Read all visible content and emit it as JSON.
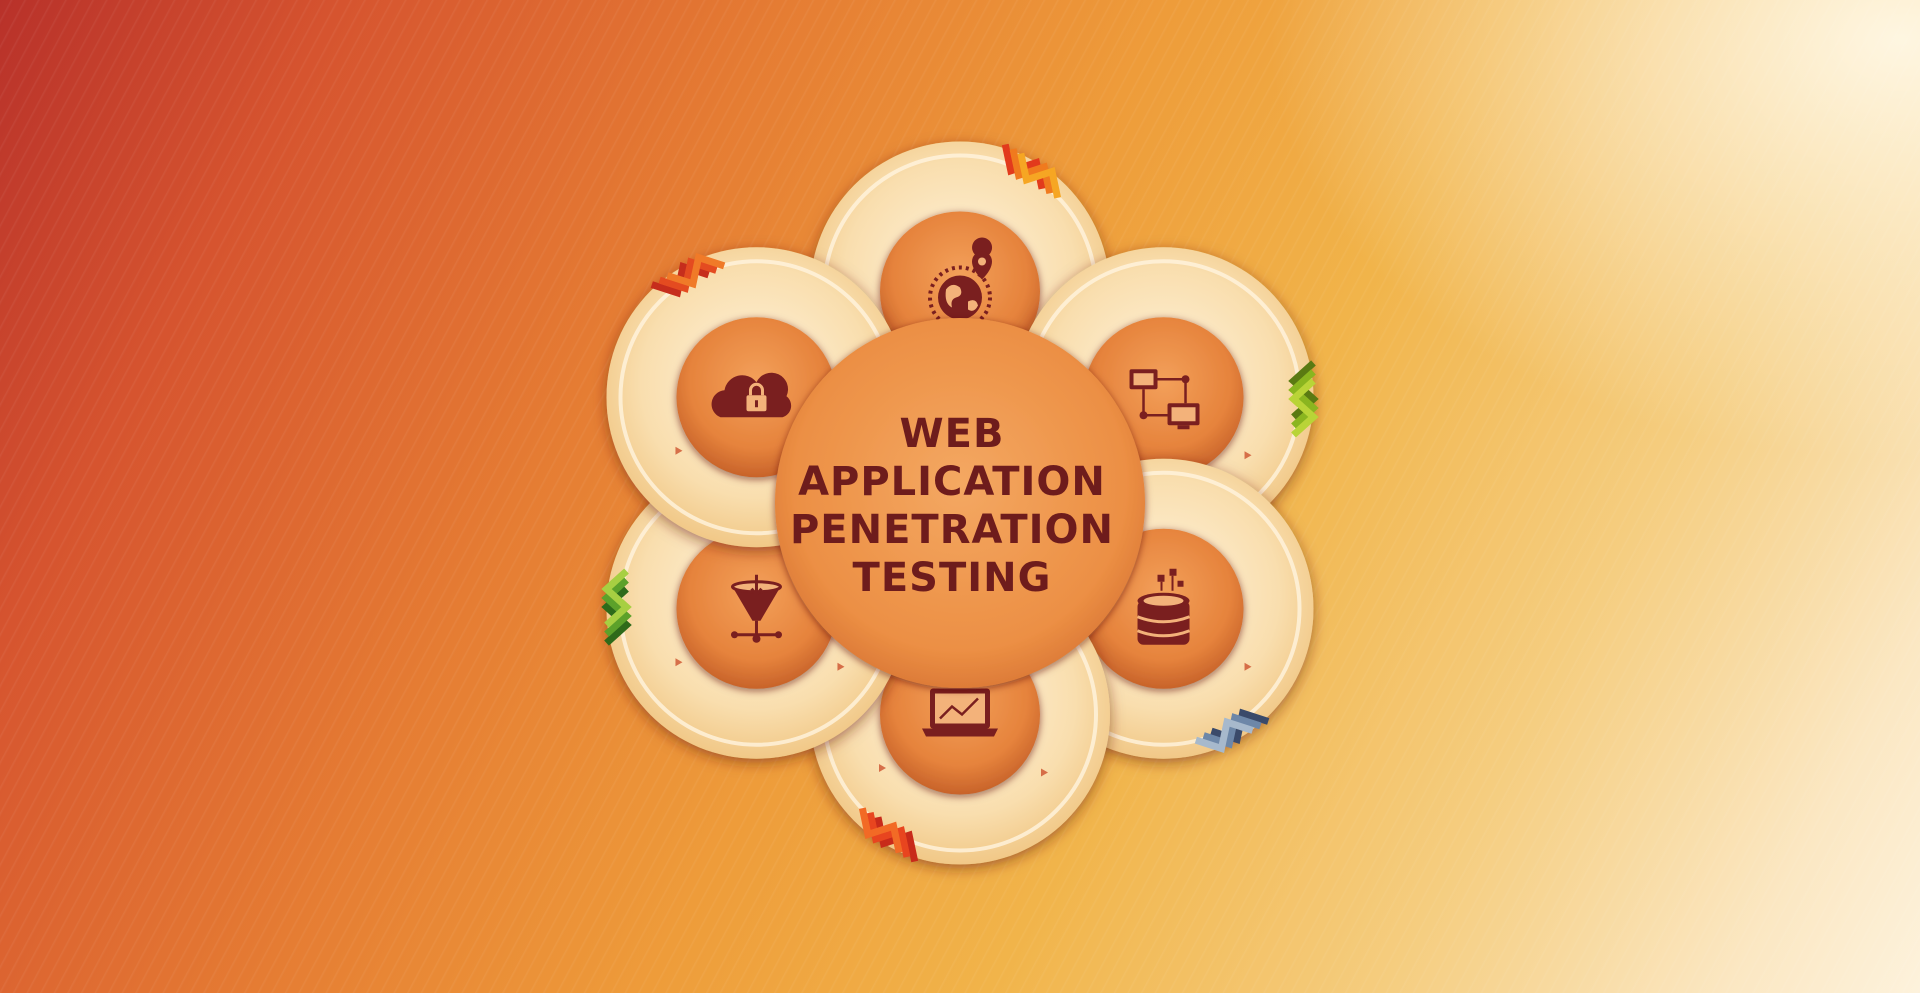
{
  "title_lines": [
    "WEB",
    "APPLICATION",
    "PENETRATION",
    "TESTING"
  ],
  "petals": [
    {
      "icon": "globe-location-icon",
      "arrow_colors": [
        "#e23a1c",
        "#f07a1e",
        "#f6a623"
      ]
    },
    {
      "icon": "network-monitors-icon",
      "arrow_colors": [
        "#5a7a12",
        "#8ab51f",
        "#b9d437"
      ]
    },
    {
      "icon": "database-icon",
      "arrow_colors": [
        "#3a4a6a",
        "#6d87a8",
        "#a7b9cc"
      ]
    },
    {
      "icon": "laptop-chart-icon",
      "arrow_colors": [
        "#c82a1a",
        "#e8451f",
        "#f26a25"
      ]
    },
    {
      "icon": "funnel-icon",
      "arrow_colors": [
        "#2e6a1a",
        "#5ca12a",
        "#a7cf42"
      ]
    },
    {
      "icon": "cloud-lock-icon",
      "arrow_colors": [
        "#c62d1c",
        "#e44b20",
        "#f07a28"
      ]
    }
  ],
  "colors": {
    "petal_face": "#f9dfb0",
    "petal_rim": "#fbecd0",
    "inner_disc": "#e8843b",
    "icon_color": "#7a1f1f",
    "title_color": "#6e1c1c"
  }
}
